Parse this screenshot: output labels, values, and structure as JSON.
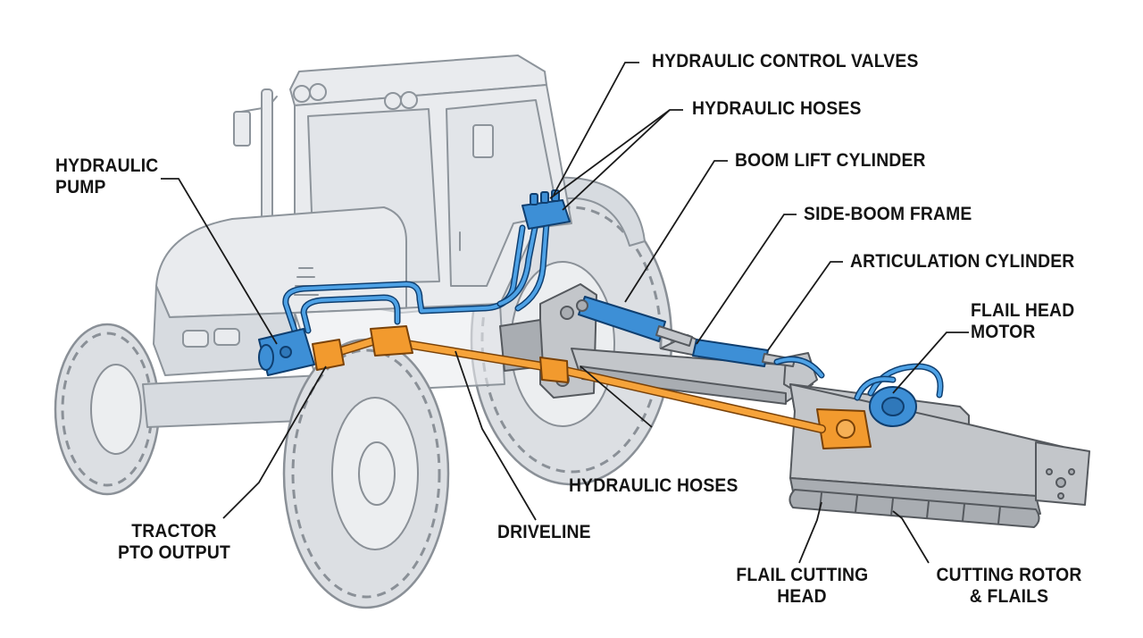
{
  "labels": {
    "control_valves": "HYDRAULIC CONTROL VALVES",
    "hoses_upper": "HYDRAULIC HOSES",
    "boom_lift_cylinder": "BOOM LIFT CYLINDER",
    "side_boom_frame": "SIDE-BOOM FRAME",
    "articulation_cylinder": "ARTICULATION CYLINDER",
    "flail_head_motor_1": "FLAIL HEAD",
    "flail_head_motor_2": "MOTOR",
    "hydraulic_pump_1": "HYDRAULIC",
    "hydraulic_pump_2": "PUMP",
    "hoses_lower": "HYDRAULIC HOSES",
    "driveline": "DRIVELINE",
    "pto_output_1": "TRACTOR",
    "pto_output_2": "PTO OUTPUT",
    "flail_cutting_head_1": "FLAIL CUTTING",
    "flail_cutting_head_2": "HEAD",
    "cutting_rotor_1": "CUTTING ROTOR",
    "cutting_rotor_2": "& FLAILS"
  },
  "colors": {
    "hydraulic": "#3d8fd6",
    "driveline": "#f29a2e",
    "tractor": "#e9ebee",
    "implement_steel": "#c3c6ca"
  }
}
